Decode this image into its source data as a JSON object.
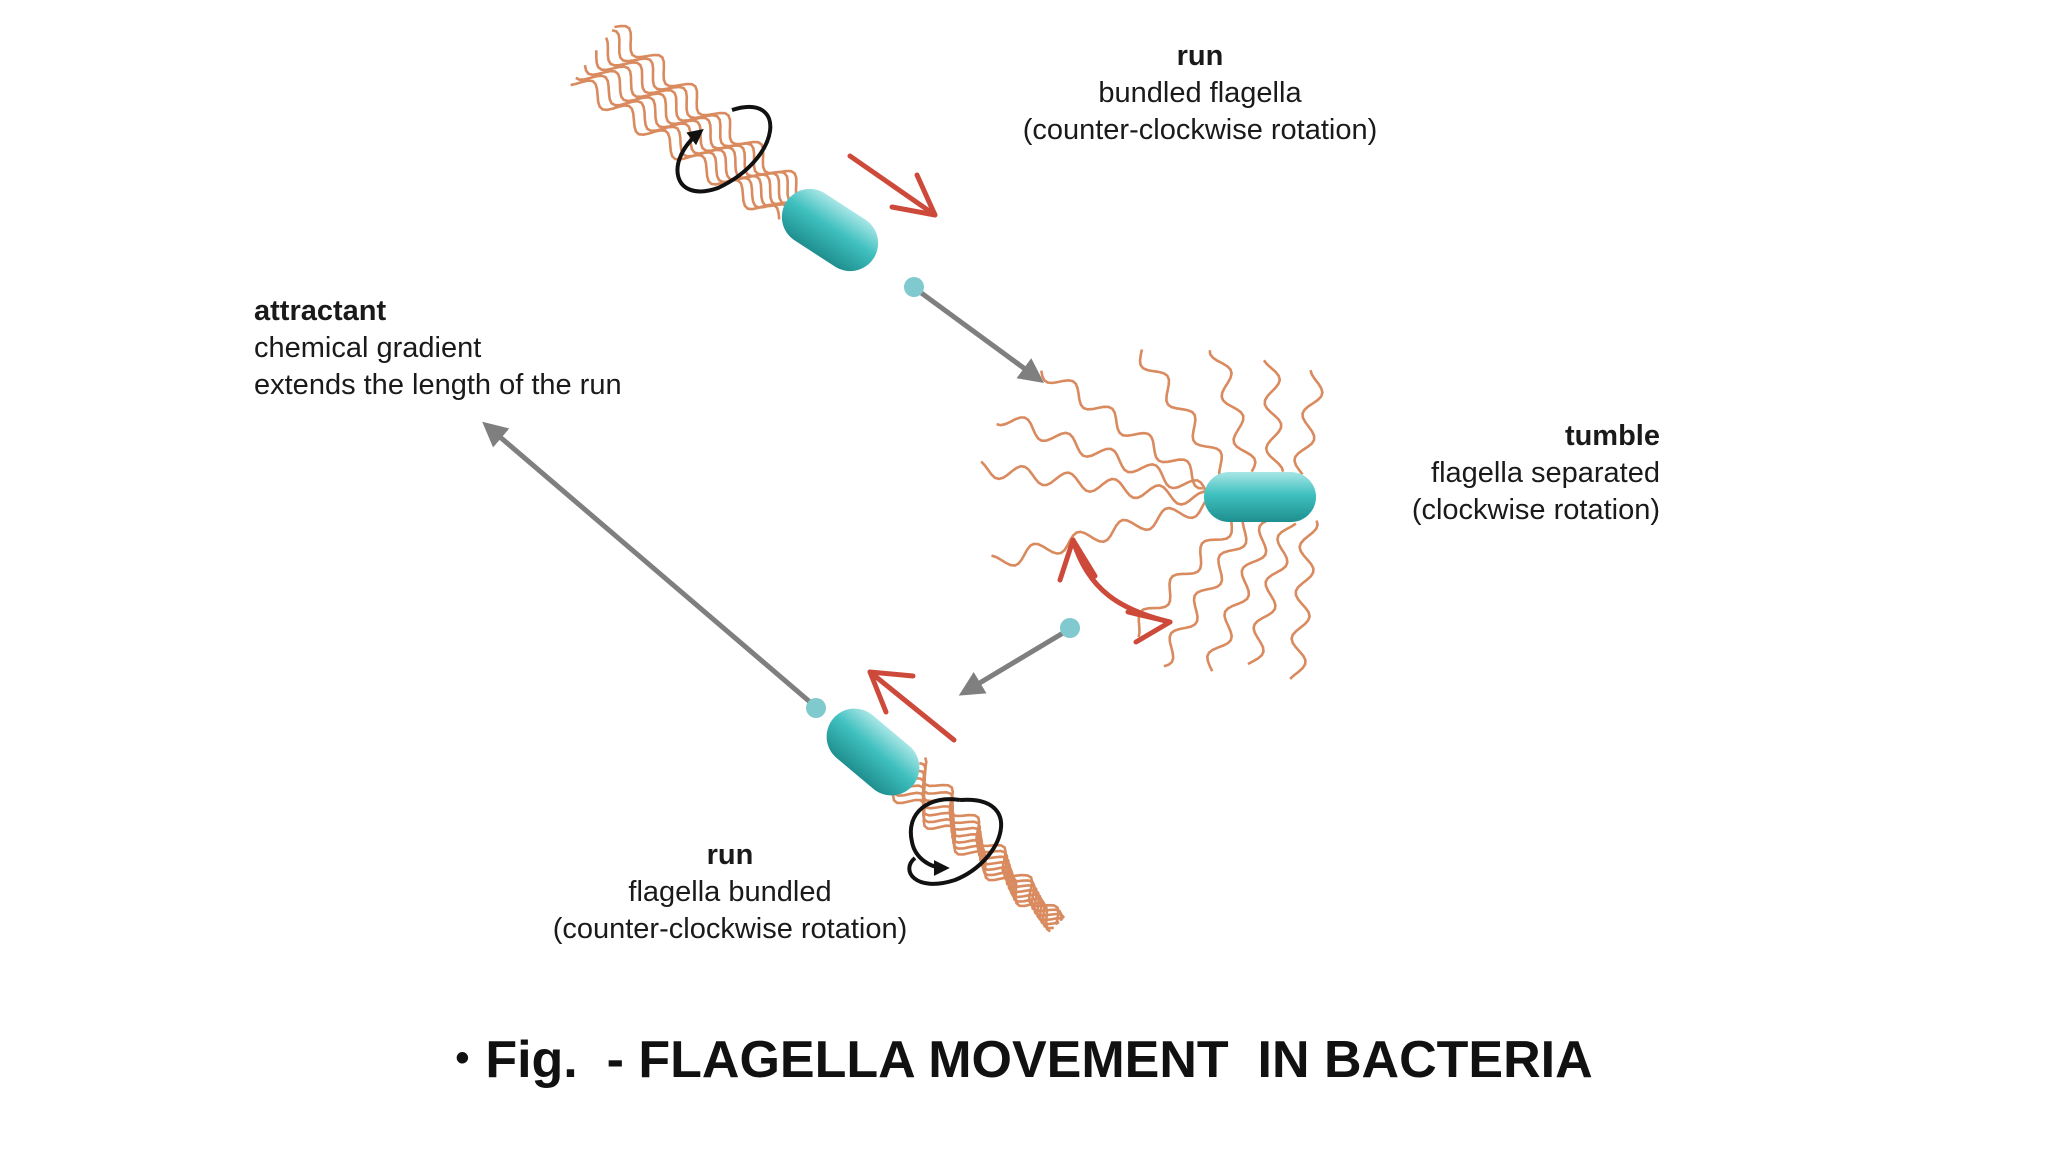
{
  "labels": {
    "run_top": {
      "title": "run",
      "line1": "bundled flagella",
      "line2": "(counter-clockwise rotation)"
    },
    "attractant": {
      "title": "attractant",
      "line1": "chemical gradient",
      "line2": "extends the length of the run"
    },
    "tumble": {
      "title": "tumble",
      "line1": "flagella separated",
      "line2": "(clockwise rotation)"
    },
    "run_bottom": {
      "title": "run",
      "line1": "flagella bundled",
      "line2": "(counter-clockwise rotation)"
    }
  },
  "caption": {
    "bullet": "•",
    "text": "Fig.  - FLAGELLA MOVEMENT  IN BACTERIA"
  },
  "colors": {
    "cell": "#3fc0bf",
    "flagella": "#d98a5e",
    "motion_arrow": "#cd4a3b",
    "path_arrow": "#7f7f7f",
    "rotation_arrow": "#111111",
    "dot": "#7fc9cf"
  }
}
